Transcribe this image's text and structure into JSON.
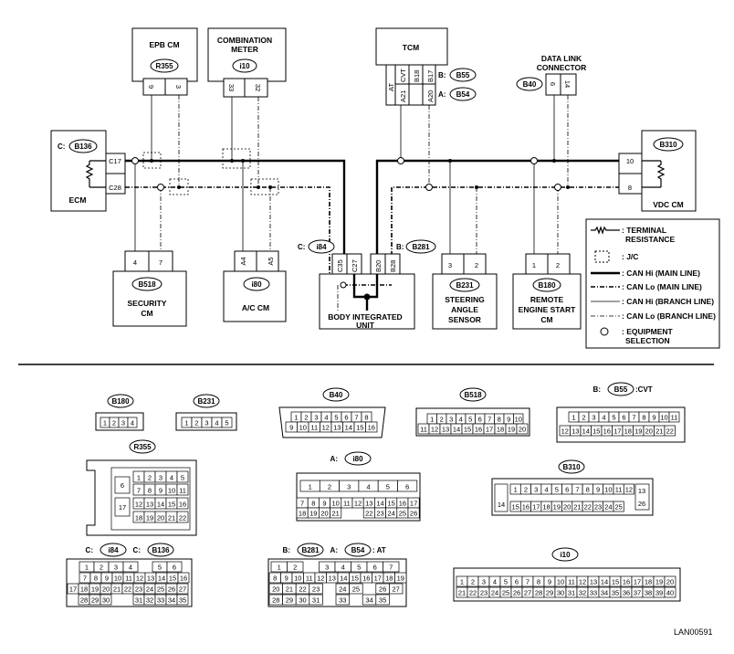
{
  "modules": {
    "epb": {
      "name": "EPB CM",
      "conn": "R355",
      "pins": [
        "9",
        "3"
      ]
    },
    "meter": {
      "name1": "COMBINATION",
      "name2": "METER",
      "conn": "i10",
      "pins": [
        "33",
        "32"
      ]
    },
    "tcm": {
      "name": "TCM",
      "pins": [
        "AT",
        "CVT",
        "A21",
        "B18",
        "A20",
        "B17"
      ],
      "ref_b_prefix": "B:",
      "ref_b": "B55",
      "ref_a_prefix": "A:",
      "ref_a": "B54"
    },
    "dlc": {
      "name1": "DATA LINK",
      "name2": "CONNECTOR",
      "conn": "B40",
      "pins": [
        "6",
        "14"
      ]
    },
    "ecm": {
      "name": "ECM",
      "prefix": "C:",
      "conn": "B136",
      "pins": [
        "C17",
        "C28"
      ]
    },
    "vdc": {
      "name": "VDC CM",
      "conn": "B310",
      "pins": [
        "10",
        "8"
      ]
    },
    "security": {
      "name1": "SECURITY",
      "name2": "CM",
      "conn": "B518",
      "pins": [
        "4",
        "7"
      ]
    },
    "ac": {
      "name": "A/C CM",
      "conn": "i80",
      "pins": [
        "A4",
        "A5"
      ]
    },
    "biu": {
      "name1": "BODY INTEGRATED",
      "name2": "UNIT",
      "c_prefix": "C:",
      "c_conn": "i84",
      "b_prefix": "B:",
      "b_conn": "B281",
      "pins": [
        "C35",
        "C27",
        "B20",
        "B28"
      ]
    },
    "steer": {
      "name1": "STEERING",
      "name2": "ANGLE",
      "name3": "SENSOR",
      "conn": "B231",
      "pins": [
        "3",
        "2"
      ]
    },
    "remote": {
      "name1": "REMOTE",
      "name2": "ENGINE START",
      "name3": "CM",
      "conn": "B180",
      "pins": [
        "1",
        "2"
      ]
    }
  },
  "legend": {
    "items": [
      {
        "key": "res",
        "l1": ": TERMINAL",
        "l2": "RESISTANCE"
      },
      {
        "key": "jc",
        "l1": ": J/C"
      },
      {
        "key": "hi",
        "l1": ": CAN Hi (MAIN LINE)"
      },
      {
        "key": "lo",
        "l1": ": CAN Lo (MAIN LINE)"
      },
      {
        "key": "hib",
        "l1": ": CAN Hi (BRANCH LINE)"
      },
      {
        "key": "lob",
        "l1": ": CAN Lo (BRANCH LINE)"
      },
      {
        "key": "sel",
        "l1": ": EQUIPMENT",
        "l2": "SELECTION"
      }
    ]
  },
  "connectors": {
    "b180": {
      "label": "B180",
      "row": [
        "1",
        "2",
        "3",
        "4"
      ]
    },
    "b231": {
      "label": "B231",
      "row": [
        "1",
        "2",
        "3",
        "4",
        "5"
      ]
    },
    "b40": {
      "label": "B40",
      "r1": [
        "1",
        "2",
        "3",
        "4",
        "5",
        "6",
        "7",
        "8"
      ],
      "r2": [
        "9",
        "10",
        "11",
        "12",
        "13",
        "14",
        "15",
        "16"
      ]
    },
    "b518": {
      "label": "B518",
      "r1": [
        "1",
        "2",
        "3",
        "4",
        "5",
        "6",
        "7",
        "8",
        "9",
        "10"
      ],
      "r2": [
        "11",
        "12",
        "13",
        "14",
        "15",
        "16",
        "17",
        "18",
        "19",
        "20"
      ]
    },
    "b55": {
      "prefix": "B:",
      "label": "B55",
      "suffix": ":CVT",
      "r1": [
        "1",
        "2",
        "3",
        "4",
        "5",
        "6",
        "7",
        "8",
        "9",
        "10",
        "11"
      ],
      "r2": [
        "12",
        "13",
        "14",
        "15",
        "16",
        "17",
        "18",
        "19",
        "20",
        "21",
        "22"
      ]
    },
    "r355": {
      "label": "R355",
      "left": [
        "6",
        "17"
      ],
      "r1": [
        "1",
        "2",
        "3",
        "4",
        "5"
      ],
      "r2": [
        "7",
        "8",
        "9",
        "10",
        "11"
      ],
      "r3": [
        "12",
        "13",
        "14",
        "15",
        "16"
      ],
      "r4": [
        "18",
        "19",
        "20",
        "21",
        "22"
      ]
    },
    "i80": {
      "prefix": "A:",
      "label": "i80",
      "r1": [
        "1",
        "2",
        "3",
        "4",
        "5",
        "6"
      ],
      "r2": [
        "7",
        "8",
        "9",
        "10",
        "11",
        "12",
        "13",
        "14",
        "15",
        "16",
        "17"
      ],
      "r3": [
        "18",
        "19",
        "20",
        "21",
        "",
        "",
        "22",
        "23",
        "24",
        "25",
        "26"
      ]
    },
    "b310": {
      "label": "B310",
      "r1": [
        "1",
        "2",
        "3",
        "4",
        "5",
        "6",
        "7",
        "8",
        "9",
        "10",
        "11",
        "12",
        "13"
      ],
      "r2": [
        "14",
        "15",
        "16",
        "17",
        "18",
        "19",
        "20",
        "21",
        "22",
        "23",
        "24",
        "25",
        "26"
      ]
    },
    "i84": {
      "p1": "C:",
      "l1": "i84",
      "p2": "C:",
      "l2": "B136",
      "r1": [
        "1",
        "2",
        "3",
        "4",
        "",
        "5",
        "6"
      ],
      "r2": [
        "7",
        "8",
        "9",
        "10",
        "11",
        "12",
        "13",
        "14",
        "15",
        "16"
      ],
      "r3": [
        "17",
        "18",
        "19",
        "20",
        "21",
        "22",
        "23",
        "24",
        "25",
        "26",
        "27"
      ],
      "r4": [
        "28",
        "29",
        "30",
        "",
        "",
        "31",
        "32",
        "33",
        "34",
        "35"
      ]
    },
    "b281": {
      "p1": "B:",
      "l1": "B281",
      "p2": "A:",
      "l2": "B54",
      "suffix": ": AT",
      "r1": [
        "1",
        "2",
        "",
        "3",
        "4",
        "5",
        "6",
        "7"
      ],
      "r2": [
        "8",
        "9",
        "10",
        "11",
        "12",
        "13",
        "14",
        "15",
        "16",
        "17",
        "18",
        "19"
      ],
      "r3": [
        "20",
        "21",
        "22",
        "23",
        "",
        "24",
        "25",
        "",
        "26",
        "27"
      ],
      "r4": [
        "28",
        "29",
        "30",
        "31",
        "",
        "33",
        "",
        "34",
        "35"
      ]
    },
    "i10": {
      "label": "i10",
      "r1": [
        "1",
        "2",
        "3",
        "4",
        "5",
        "6",
        "7",
        "8",
        "9",
        "10",
        "11",
        "12",
        "13",
        "14",
        "15",
        "16",
        "17",
        "18",
        "19",
        "20"
      ],
      "r2": [
        "21",
        "22",
        "23",
        "24",
        "25",
        "26",
        "27",
        "28",
        "29",
        "30",
        "31",
        "32",
        "33",
        "34",
        "35",
        "36",
        "37",
        "38",
        "39",
        "40"
      ]
    }
  },
  "code": "LAN00591"
}
